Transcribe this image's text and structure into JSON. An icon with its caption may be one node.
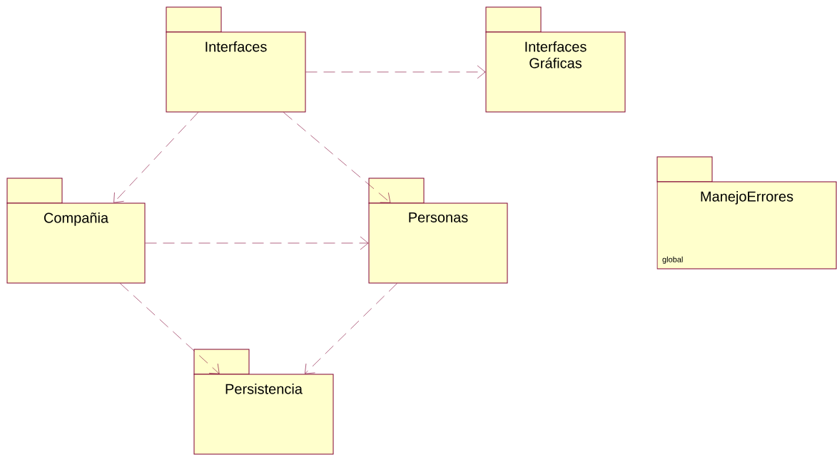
{
  "diagram": {
    "nodes": [
      {
        "text": [
          "Interfaces"
        ]
      },
      {
        "text": [
          "Interfaces Gráficas"
        ]
      },
      {
        "text": [
          "Compañia"
        ]
      },
      {
        "text": [
          "Personas"
        ]
      },
      {
        "text": [
          "ManejoErrores",
          "global"
        ]
      },
      {
        "text": [
          "Persistencia"
        ]
      }
    ],
    "edges": [
      {
        "from": 0,
        "to": 1,
        "arrow": "to",
        "style": "dashed"
      },
      {
        "from": 0,
        "to": 2,
        "arrow": "to",
        "style": "dashed"
      },
      {
        "from": 0,
        "to": 3,
        "arrow": "to",
        "style": "dashed"
      },
      {
        "from": 2,
        "to": 3,
        "arrow": "to",
        "style": "dashed"
      },
      {
        "from": 2,
        "to": 5,
        "arrow": "to",
        "style": "dashed"
      },
      {
        "from": 3,
        "to": 5,
        "arrow": "to",
        "style": "dashed"
      }
    ]
  }
}
